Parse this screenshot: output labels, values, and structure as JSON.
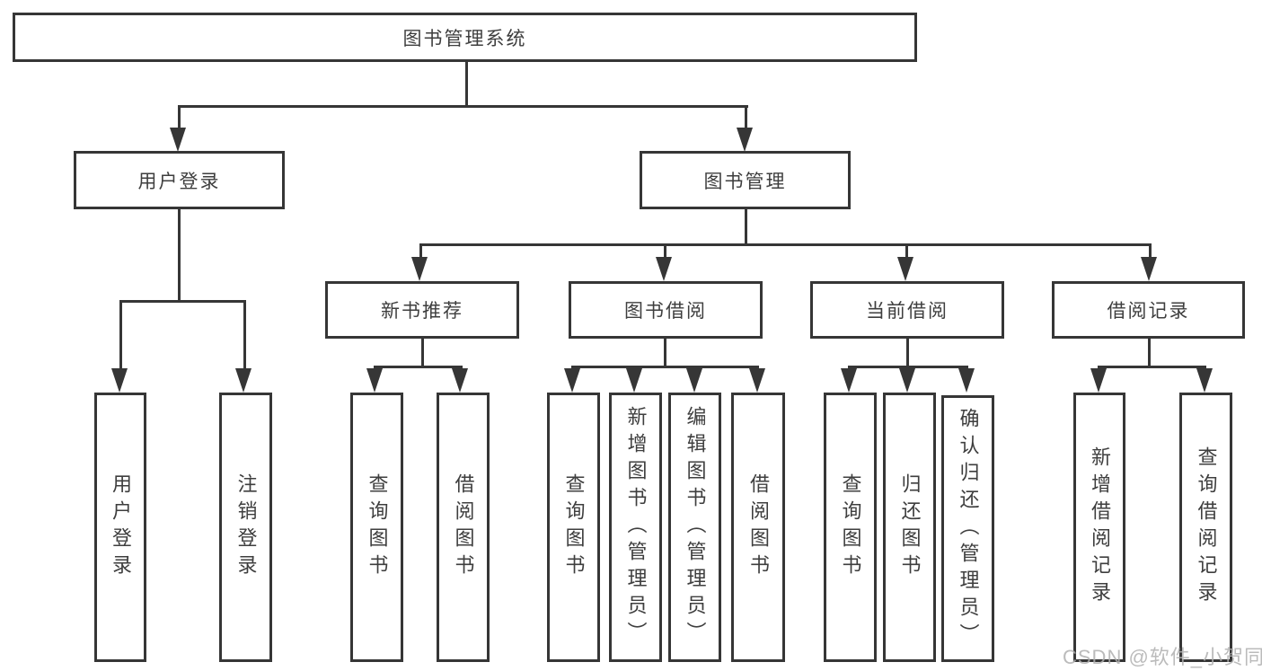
{
  "colors": {
    "line": "#363636",
    "text": "#3e3e3e",
    "watermark": "#b0b0b0",
    "background": "#ffffff"
  },
  "watermark": {
    "text": "CSDN @软件_小贺同学"
  },
  "tree": {
    "root": {
      "label": "图书管理系统",
      "children": [
        {
          "label": "用户登录",
          "children": [
            {
              "label": "用户登录"
            },
            {
              "label": "注销登录"
            }
          ]
        },
        {
          "label": "图书管理",
          "children": [
            {
              "label": "新书推荐",
              "children": [
                {
                  "label": "查询图书"
                },
                {
                  "label": "借阅图书"
                }
              ]
            },
            {
              "label": "图书借阅",
              "children": [
                {
                  "label": "查询图书"
                },
                {
                  "label": "新增图书（管理员）"
                },
                {
                  "label": "编辑图书（管理员）"
                },
                {
                  "label": "借阅图书"
                }
              ]
            },
            {
              "label": "当前借阅",
              "children": [
                {
                  "label": "查询图书"
                },
                {
                  "label": "归还图书"
                },
                {
                  "label": "确认归还（管理员）"
                }
              ]
            },
            {
              "label": "借阅记录",
              "children": [
                {
                  "label": "新增借阅记录"
                },
                {
                  "label": "查询借阅记录"
                }
              ]
            }
          ]
        }
      ]
    }
  }
}
